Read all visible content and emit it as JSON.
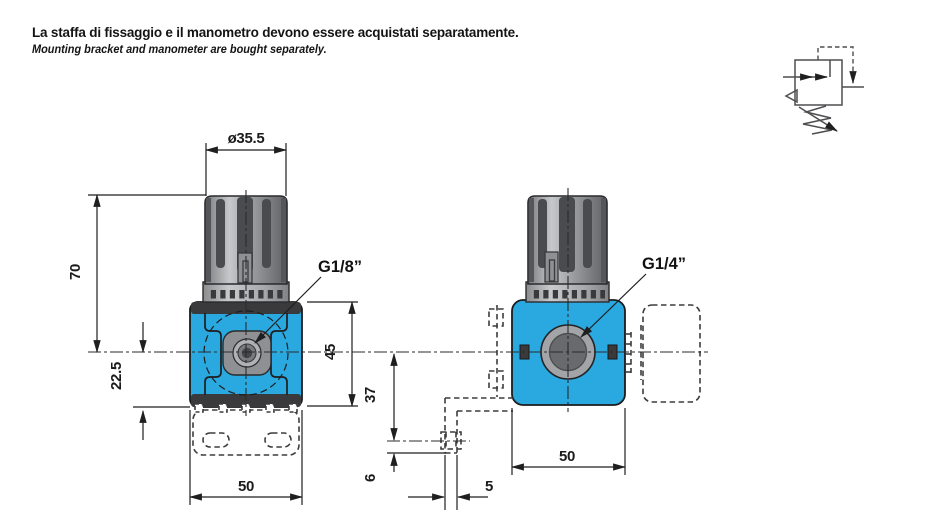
{
  "header": {
    "line_it": "La staffa di fissaggio e il manometro devono essere acquistati separatamente.",
    "line_en": "Mounting bracket and manometer are bought separately."
  },
  "left_view": {
    "port_label": "G1/8”",
    "dimensions": {
      "knob_diameter": "ø35.5",
      "top_to_center": "70",
      "center_to_base": "22.5",
      "body_height": "45",
      "body_width": "50"
    }
  },
  "right_view": {
    "port_label": "G1/4”",
    "dimensions": {
      "center_to_bracket_hole": "37",
      "bracket_hole_to_edge": "6",
      "bracket_thickness": "5",
      "body_width": "50"
    }
  },
  "symbol": {
    "name": "pressure-regulator-pneumatic-symbol"
  },
  "colors": {
    "body_blue": "#2AA8E0",
    "band_dark": "#3A3A3C",
    "knob_gray": "#8E9093",
    "line": "#1F1F1F"
  }
}
